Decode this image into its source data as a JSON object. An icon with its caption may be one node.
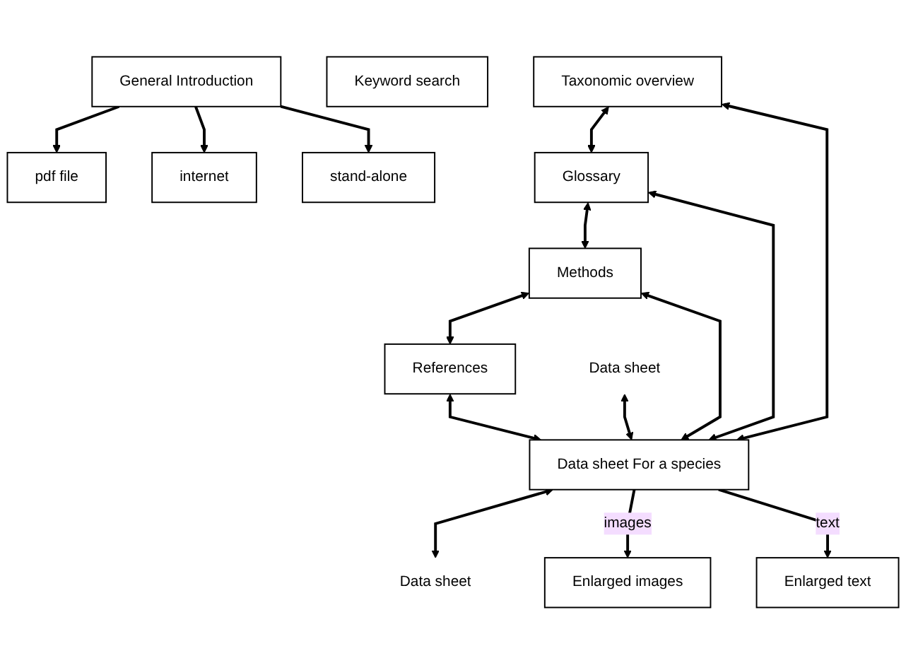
{
  "diagram": {
    "nodes": [
      {
        "text": [
          "General Introduction"
        ]
      },
      {
        "text": [
          "Keyword search"
        ]
      },
      {
        "text": [
          "Taxonomic overview"
        ]
      },
      {
        "text": [
          "Glossary"
        ]
      },
      {
        "text": [
          "Methods"
        ]
      },
      {
        "text": [
          "References"
        ]
      },
      {
        "text": [
          "Data sheet For a species"
        ]
      },
      {
        "text": [
          "Data sheet"
        ]
      },
      {
        "text": [
          "Data sheet"
        ]
      },
      {
        "text": [
          "Enlarged images"
        ]
      },
      {
        "text": [
          "Enlarged text"
        ]
      },
      {
        "text": [
          "pdf file"
        ]
      },
      {
        "text": [
          "internet"
        ]
      },
      {
        "text": [
          "stand-alone"
        ]
      }
    ],
    "edges": [
      {
        "from": 2,
        "to": 3,
        "arrow": "both"
      },
      {
        "from": 3,
        "to": 4,
        "arrow": "both"
      },
      {
        "from": 4,
        "to": 5,
        "arrow": "both"
      },
      {
        "from": 2,
        "to": 6,
        "arrow": "both"
      },
      {
        "from": 3,
        "to": 6,
        "arrow": "both"
      },
      {
        "from": 4,
        "to": 6,
        "arrow": "both"
      },
      {
        "from": 5,
        "to": 6,
        "arrow": "both"
      },
      {
        "from": 7,
        "to": 6,
        "arrow": "both"
      },
      {
        "from": 6,
        "to": 8,
        "arrow": "both"
      },
      {
        "from": 6,
        "to": 9,
        "arrow": "to",
        "label": "images"
      },
      {
        "from": 6,
        "to": 10,
        "arrow": "to",
        "label": "text"
      },
      {
        "from": 0,
        "to": 11,
        "arrow": "to"
      },
      {
        "from": 0,
        "to": 12,
        "arrow": "to"
      },
      {
        "from": 0,
        "to": 13,
        "arrow": "to"
      }
    ]
  }
}
